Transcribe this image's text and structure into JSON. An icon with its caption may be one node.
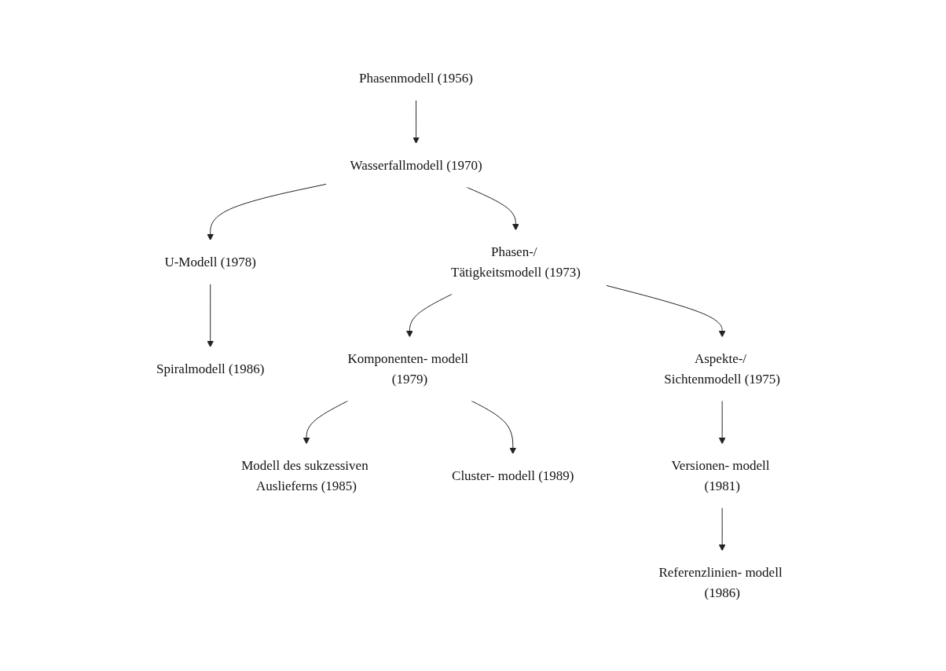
{
  "diagram": {
    "nodes": [
      {
        "text": [
          "Phasenmodell (1956)"
        ]
      },
      {
        "text": [
          "Wasserfallmodell (1970)"
        ]
      },
      {
        "text": [
          "U-Modell (1978)"
        ]
      },
      {
        "text": [
          "Phasen-/ Tätigkeitsmodell (1973)"
        ]
      },
      {
        "text": [
          "Spiralmodell (1986)"
        ]
      },
      {
        "text": [
          "Komponenten- modell (1979)"
        ]
      },
      {
        "text": [
          "Aspekte-/ Sichtenmodell (1975)"
        ]
      },
      {
        "text": [
          "Modell des sukzessiven Auslieferns (1985)"
        ]
      },
      {
        "text": [
          "Cluster- modell (1989)"
        ]
      },
      {
        "text": [
          "Versionen- modell (1981)"
        ]
      },
      {
        "text": [
          "Referenzlinien- modell (1986)"
        ]
      }
    ],
    "edges": [
      {
        "from": 0,
        "to": 1,
        "arrow": "to"
      },
      {
        "from": 1,
        "to": 2,
        "arrow": "to"
      },
      {
        "from": 1,
        "to": 3,
        "arrow": "to"
      },
      {
        "from": 2,
        "to": 4,
        "arrow": "to"
      },
      {
        "from": 3,
        "to": 5,
        "arrow": "to"
      },
      {
        "from": 3,
        "to": 6,
        "arrow": "to"
      },
      {
        "from": 5,
        "to": 7,
        "arrow": "to"
      },
      {
        "from": 5,
        "to": 8,
        "arrow": "to"
      },
      {
        "from": 6,
        "to": 9,
        "arrow": "to"
      },
      {
        "from": 9,
        "to": 10,
        "arrow": "to"
      }
    ]
  }
}
